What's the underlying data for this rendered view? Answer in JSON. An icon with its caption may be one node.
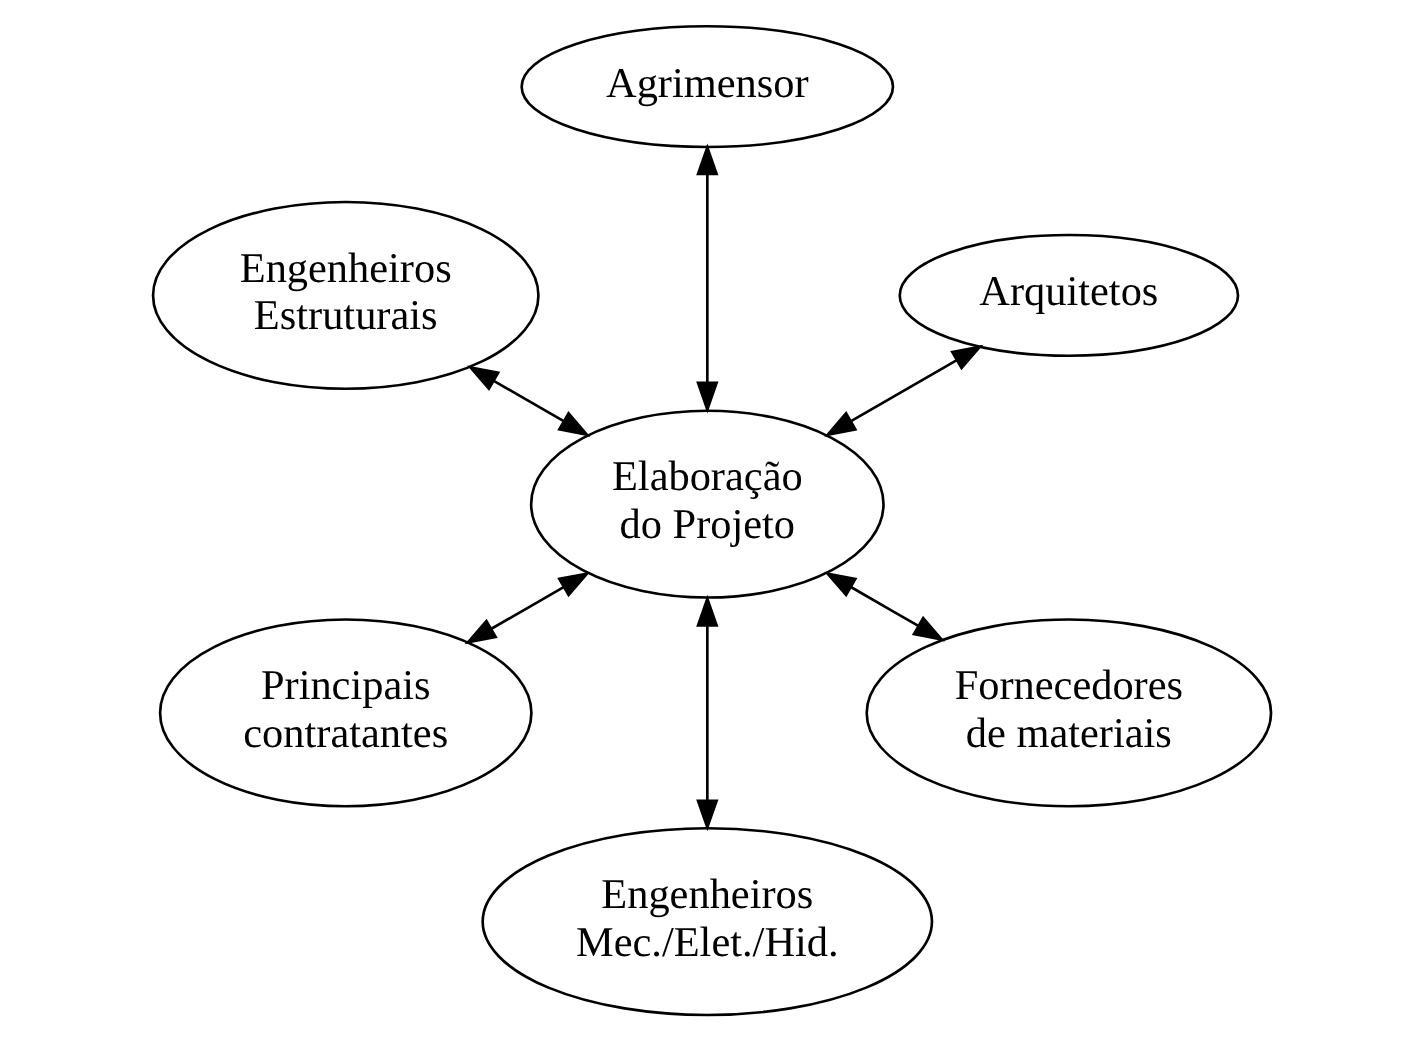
{
  "diagram": {
    "nodes": [
      {
        "text": [
          "Arquitetos"
        ]
      },
      {
        "text": [
          "Agrimensor"
        ]
      },
      {
        "text": [
          "Engenheiros Estruturais"
        ]
      },
      {
        "text": [
          "Elaboração do Projeto"
        ]
      },
      {
        "text": [
          "Principais contratantes"
        ]
      },
      {
        "text": [
          "Engenheiros Mec./Elet./Hid."
        ]
      },
      {
        "text": [
          "Fornecedores de materiais"
        ]
      }
    ],
    "edges": [
      {
        "from": 3,
        "to": 0,
        "arrow": "both"
      },
      {
        "from": 3,
        "to": 1,
        "arrow": "both"
      },
      {
        "from": 3,
        "to": 2,
        "arrow": "both"
      },
      {
        "from": 3,
        "to": 4,
        "arrow": "both"
      },
      {
        "from": 3,
        "to": 5,
        "arrow": "both"
      },
      {
        "from": 3,
        "to": 6,
        "arrow": "both"
      }
    ]
  }
}
